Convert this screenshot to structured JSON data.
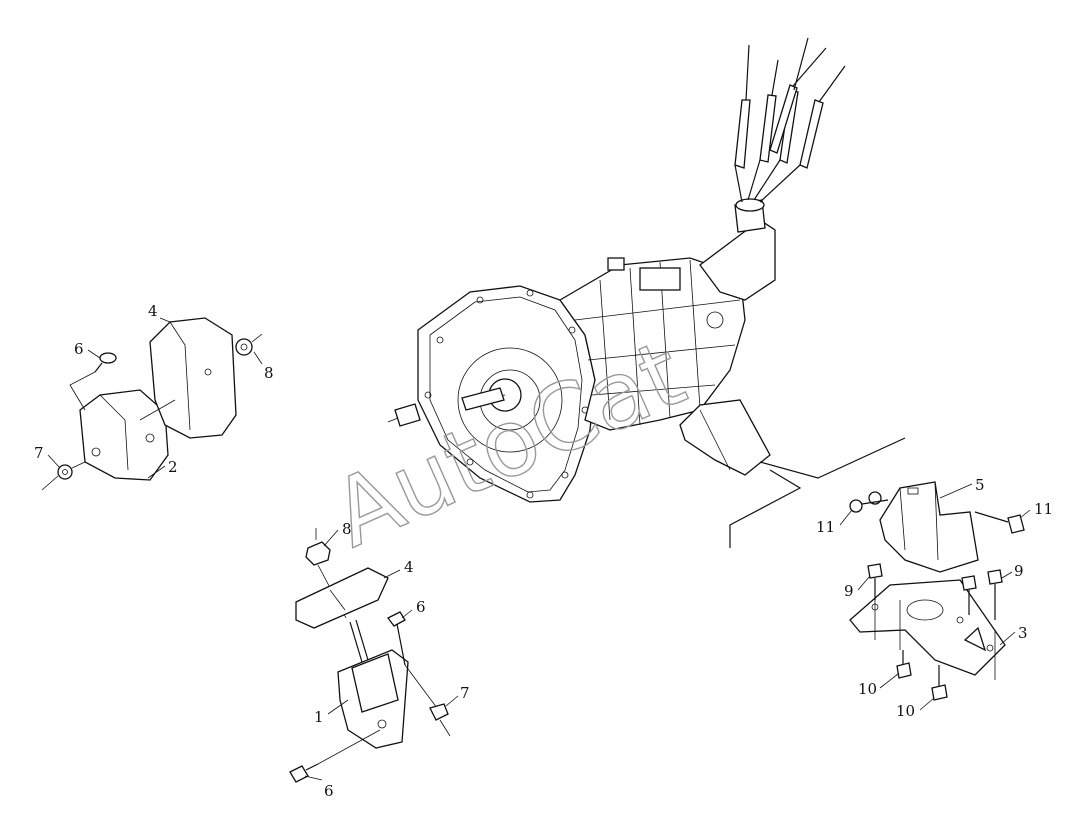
{
  "watermark": "AutoCat",
  "corner_mark": "",
  "callouts": [
    {
      "id": "c1",
      "text": "1"
    },
    {
      "id": "c2",
      "text": "2"
    },
    {
      "id": "c3",
      "text": "3"
    },
    {
      "id": "c4a",
      "text": "4"
    },
    {
      "id": "c4b",
      "text": "4"
    },
    {
      "id": "c5",
      "text": "5"
    },
    {
      "id": "c6a",
      "text": "6"
    },
    {
      "id": "c6b",
      "text": "6"
    },
    {
      "id": "c6c",
      "text": "6"
    },
    {
      "id": "c7a",
      "text": "7"
    },
    {
      "id": "c7b",
      "text": "7"
    },
    {
      "id": "c8a",
      "text": "8"
    },
    {
      "id": "c8b",
      "text": "8"
    },
    {
      "id": "c9a",
      "text": "9"
    },
    {
      "id": "c9b",
      "text": "9"
    },
    {
      "id": "c10a",
      "text": "10"
    },
    {
      "id": "c10b",
      "text": "10"
    },
    {
      "id": "c11a",
      "text": "11"
    },
    {
      "id": "c11b",
      "text": "11"
    }
  ]
}
